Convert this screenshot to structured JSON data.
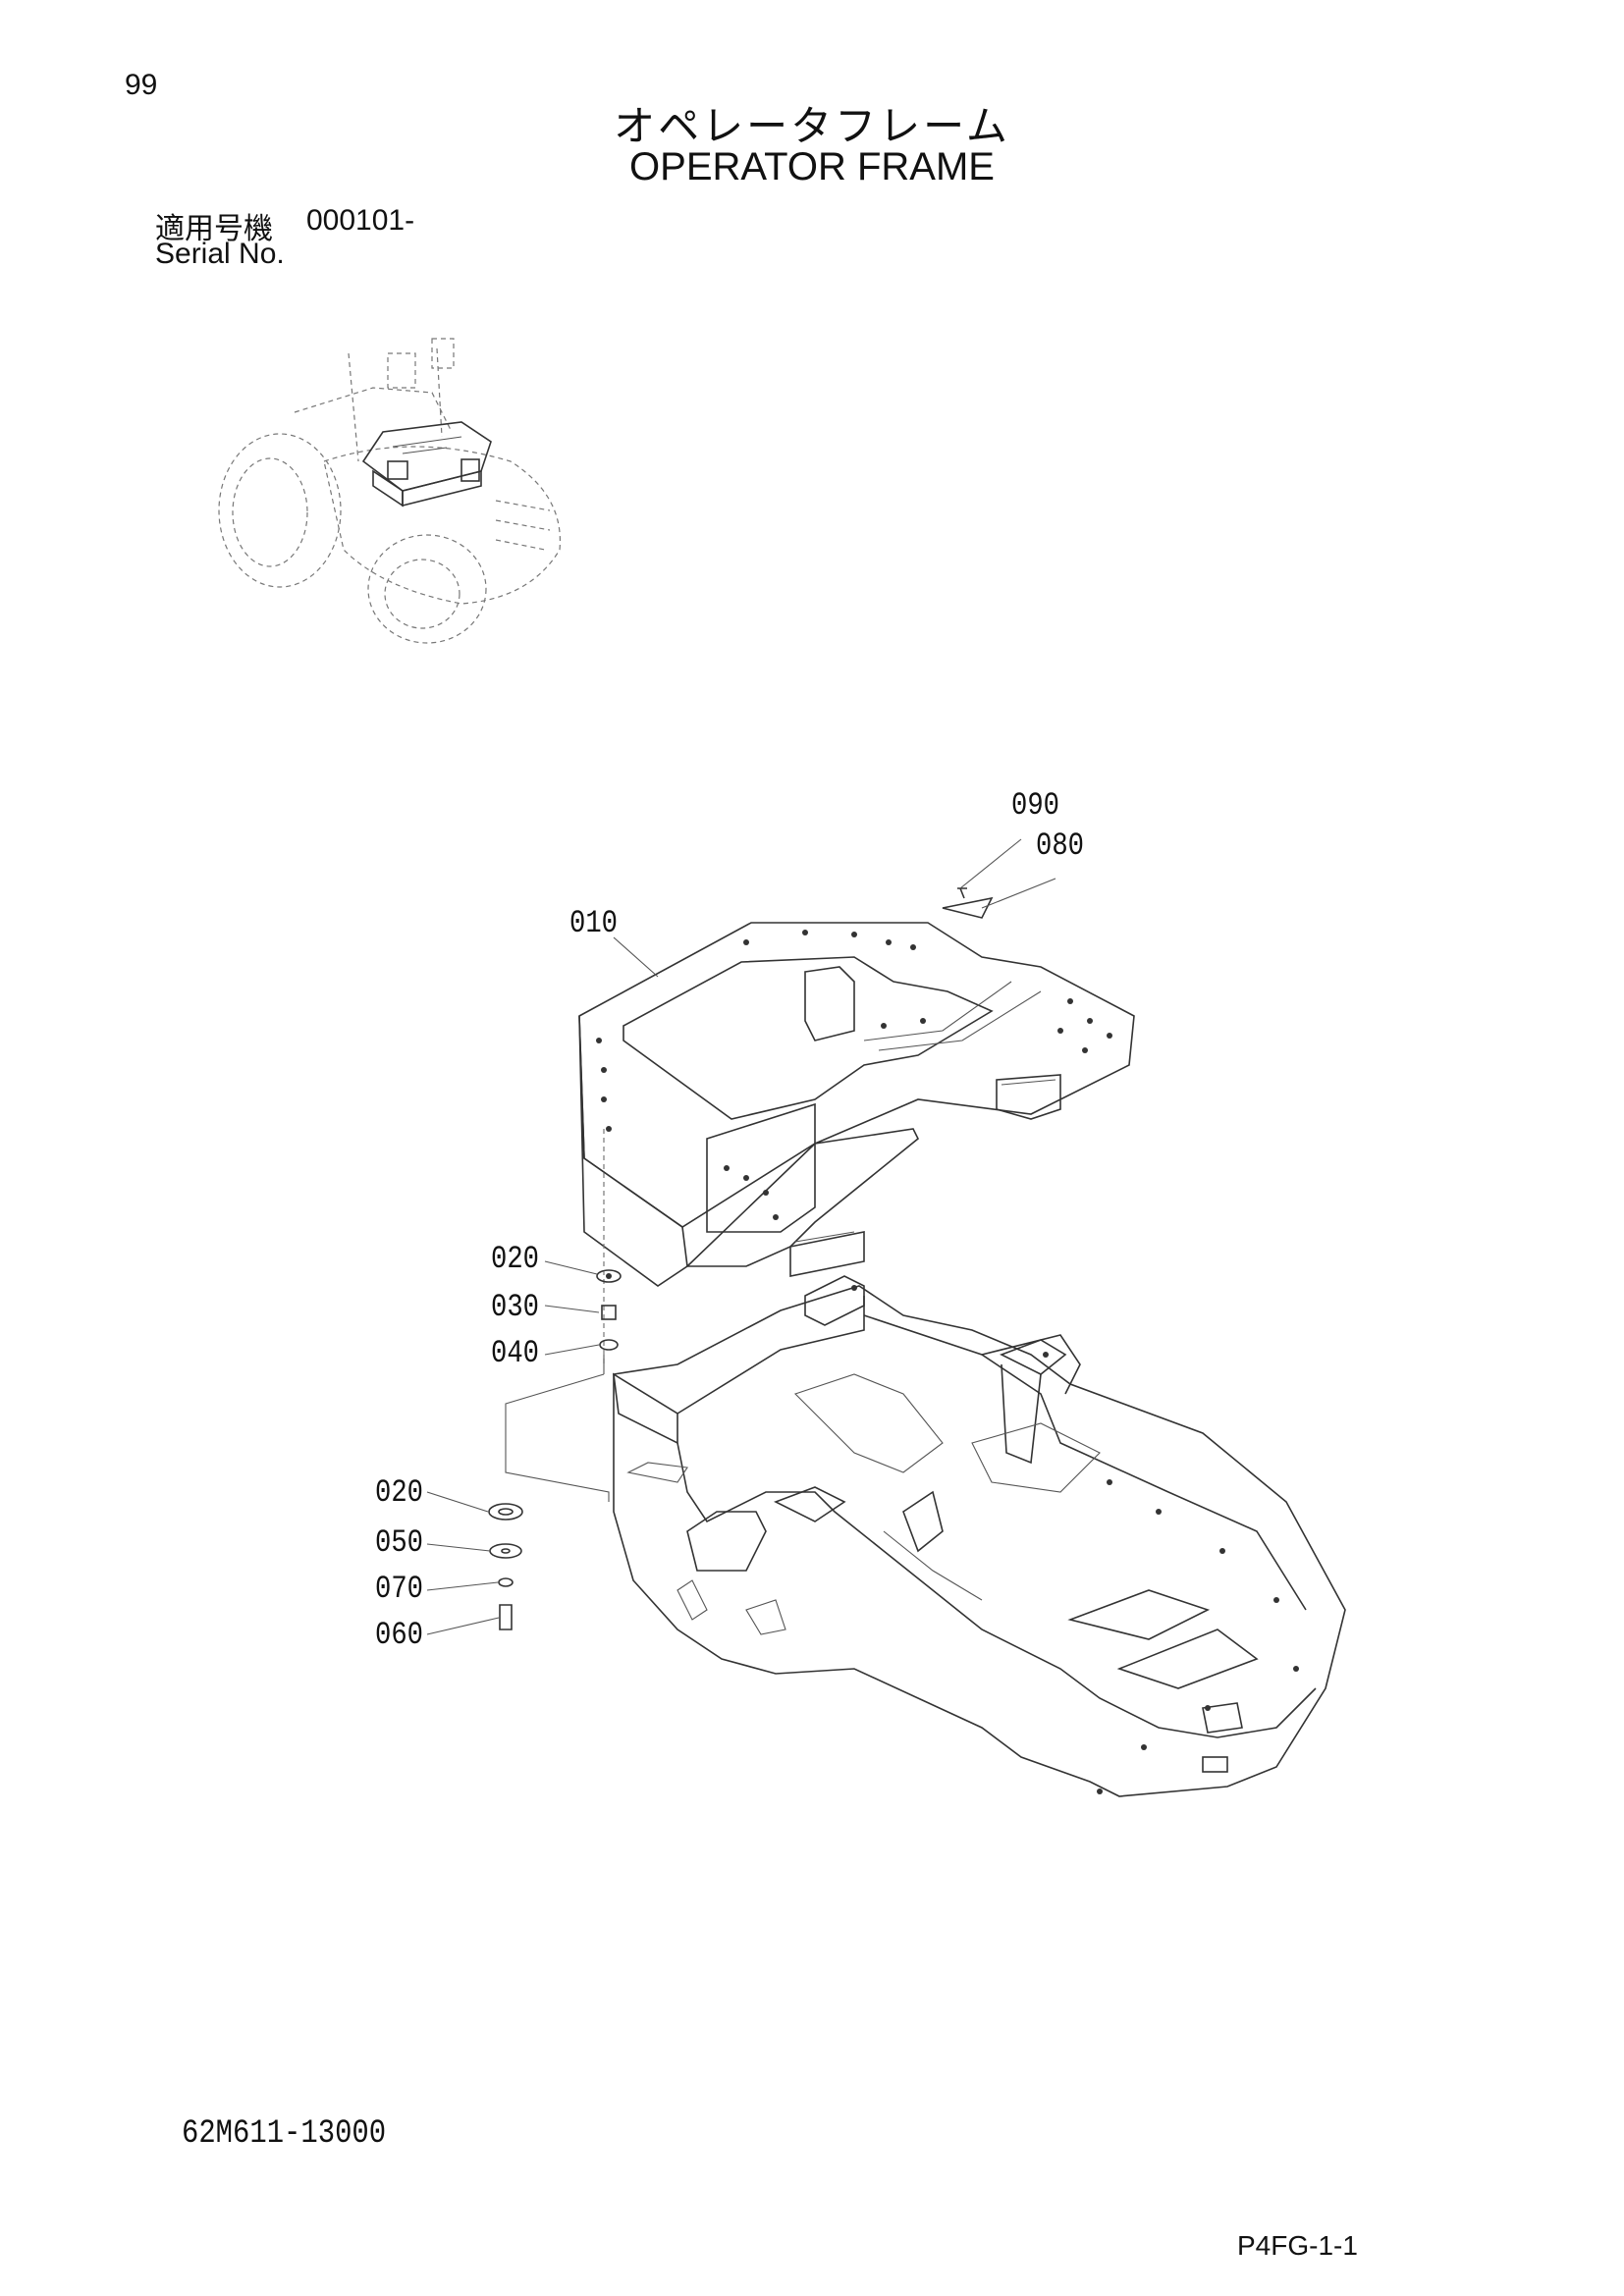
{
  "header": {
    "page_number": "99",
    "title_jp": "オペレータフレーム",
    "title_en": "OPERATOR FRAME",
    "serial_label_jp": "適用号機",
    "serial_value": "000101-",
    "serial_label_en": "Serial No."
  },
  "callouts": [
    {
      "id": "090",
      "label": "090"
    },
    {
      "id": "080",
      "label": "080"
    },
    {
      "id": "010",
      "label": "010"
    },
    {
      "id": "020a",
      "label": "020"
    },
    {
      "id": "030",
      "label": "030"
    },
    {
      "id": "040",
      "label": "040"
    },
    {
      "id": "020b",
      "label": "020"
    },
    {
      "id": "050",
      "label": "050"
    },
    {
      "id": "070",
      "label": "070"
    },
    {
      "id": "060",
      "label": "060"
    }
  ],
  "footer": {
    "drawing_number": "62M611-13000",
    "page_code": "P4FG-1-1"
  }
}
